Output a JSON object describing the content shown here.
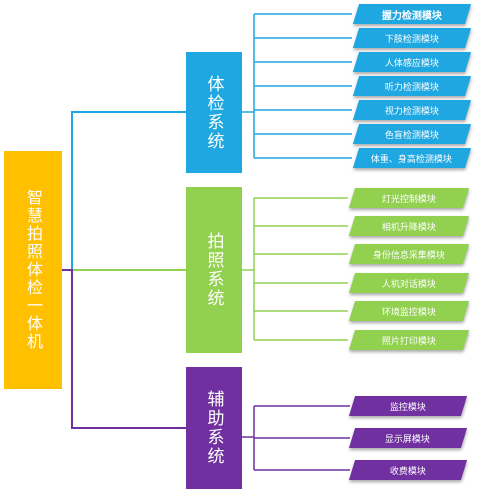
{
  "root": {
    "label": "智慧拍照体检一体机"
  },
  "systems": [
    {
      "label": "体检系统",
      "color": "#1FA7E1",
      "modules": [
        "握力检测模块",
        "下肢检测模块",
        "人体感应模块",
        "听力检测模块",
        "视力检测模块",
        "色盲检测模块",
        "体重、身高检测模块"
      ]
    },
    {
      "label": "拍照系统",
      "color": "#92D050",
      "modules": [
        "灯光控制模块",
        "相机升降模块",
        "身份信息采集模块",
        "人机对话模块",
        "环境监控模块",
        "照片打印模块"
      ]
    },
    {
      "label": "辅助系统",
      "color": "#7030A0",
      "modules": [
        "监控模块",
        "显示屏模块",
        "收费模块"
      ]
    }
  ]
}
